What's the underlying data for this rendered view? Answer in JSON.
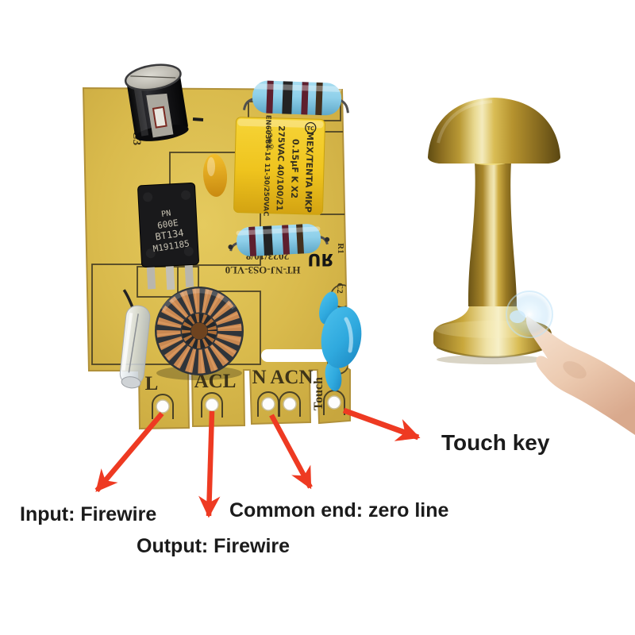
{
  "annotations": {
    "input_label": "Input: Firewire",
    "output_label": "Output: Firewire",
    "common_label": "Common end: zero line",
    "touch_key_label": "Touch key"
  },
  "pcb": {
    "terminals": {
      "live": "L",
      "ac_live": "ACL",
      "neutral": "N ACN",
      "touch": "Touch"
    },
    "silkscreen": {
      "c3": "C3",
      "r1": "R1",
      "c2": "C2",
      "date_code": "2023/10/8",
      "model_code": "HT-NJ-OS3-VL0",
      "ul_mark": "ЯU"
    },
    "triac": {
      "line1": "PN",
      "line2": "600E",
      "line3": "BT134",
      "line4": "M191185"
    },
    "film_capacitor": {
      "logo": "TC",
      "line1": "MEX/TENTA MKP",
      "line2": "0.15µF K X2",
      "line3": "275VAC 40/100/21",
      "line4": "EN60384-14 11-30/250VAC",
      "marks": "△⊘◉Ⓤ"
    }
  },
  "colors": {
    "arrow_red": "#ee3a22",
    "pcb_yellow": "#d9ba4c",
    "silkscreen": "#3e3419",
    "brass": "#c9a83c",
    "resistor_blue": "#8fd0ea",
    "thermistor_blue": "#2fa9de",
    "skin": "#eccab0",
    "glow_blue": "#a9d8f2"
  }
}
